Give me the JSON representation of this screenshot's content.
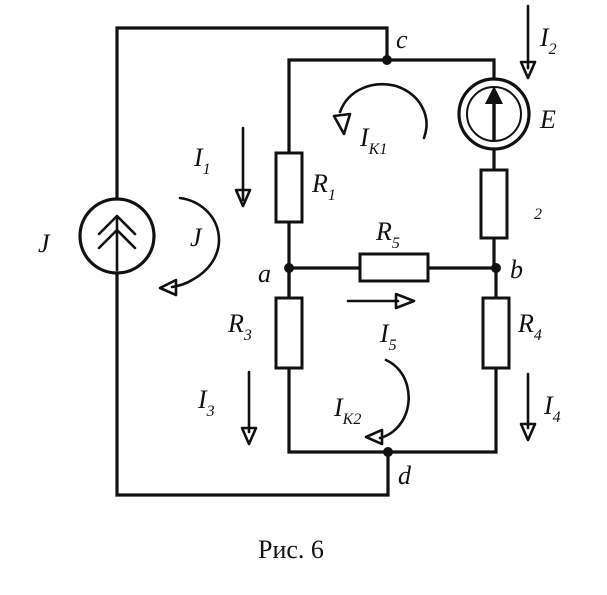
{
  "diagram": {
    "caption": "Рис. 6",
    "nodes": {
      "a": "a",
      "b": "b",
      "c": "c",
      "d": "d"
    },
    "resistors": {
      "r1": {
        "name": "R",
        "sub": "1"
      },
      "r2": {
        "name": "",
        "sub": "2"
      },
      "r3": {
        "name": "R",
        "sub": "3"
      },
      "r4": {
        "name": "R",
        "sub": "4"
      },
      "r5": {
        "name": "R",
        "sub": "5"
      }
    },
    "sources": {
      "current_source": "J",
      "emf_source": "E"
    },
    "currents": {
      "i1": {
        "name": "I",
        "sub": "1"
      },
      "i2": {
        "name": "I",
        "sub": "2"
      },
      "i3": {
        "name": "I",
        "sub": "3"
      },
      "i4": {
        "name": "I",
        "sub": "4"
      },
      "i5": {
        "name": "I",
        "sub": "5"
      }
    },
    "loops": {
      "j_loop": "J",
      "k1": {
        "name": "I",
        "sub": "K1"
      },
      "k2": {
        "name": "I",
        "sub": "K2"
      }
    }
  }
}
